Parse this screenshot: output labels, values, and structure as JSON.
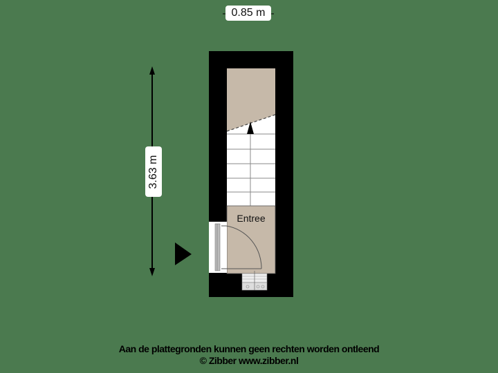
{
  "floorplan": {
    "dimensions": {
      "width_label": "0.85 m",
      "length_label": "3.63 m"
    },
    "rooms": [
      {
        "name": "Entree"
      }
    ],
    "elements": [
      "staircase",
      "front-door",
      "entry-arrow",
      "meter-cupboard"
    ],
    "colors": {
      "background": "#4b7a4f",
      "wall": "#000000",
      "floor": "#c6b9a9",
      "stair": "#ffffff"
    }
  },
  "footer": {
    "disclaimer": "Aan de plattegronden kunnen geen rechten worden ontleend",
    "copyright": "© Zibber www.zibber.nl"
  }
}
